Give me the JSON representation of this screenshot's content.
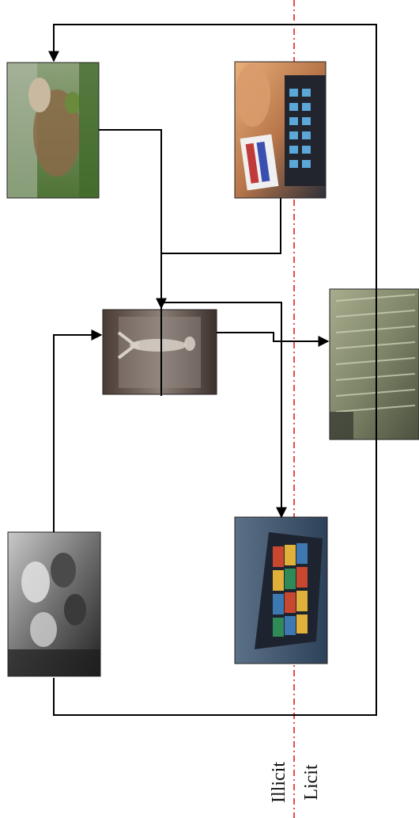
{
  "diagram": {
    "labels": {
      "illicit": "Illicit",
      "licit": "Licit"
    },
    "nodes": [
      {
        "id": "farmer",
        "icon": "farmer-in-crop-field-photo",
        "zone": "illicit"
      },
      {
        "id": "card-payment",
        "icon": "credit-card-terminal-photo",
        "zone": "licit"
      },
      {
        "id": "central-figure",
        "icon": "statue-figure-photo",
        "zone": "illicit"
      },
      {
        "id": "cash-stacks",
        "icon": "stacks-of-banknotes-photo",
        "zone": "licit"
      },
      {
        "id": "group-photo",
        "icon": "black-and-white-group-photo",
        "zone": "illicit"
      },
      {
        "id": "container-ship",
        "icon": "container-ship-photo",
        "zone": "licit"
      }
    ],
    "colors": {
      "arrow": "#000000",
      "divider": "#e02020"
    }
  }
}
